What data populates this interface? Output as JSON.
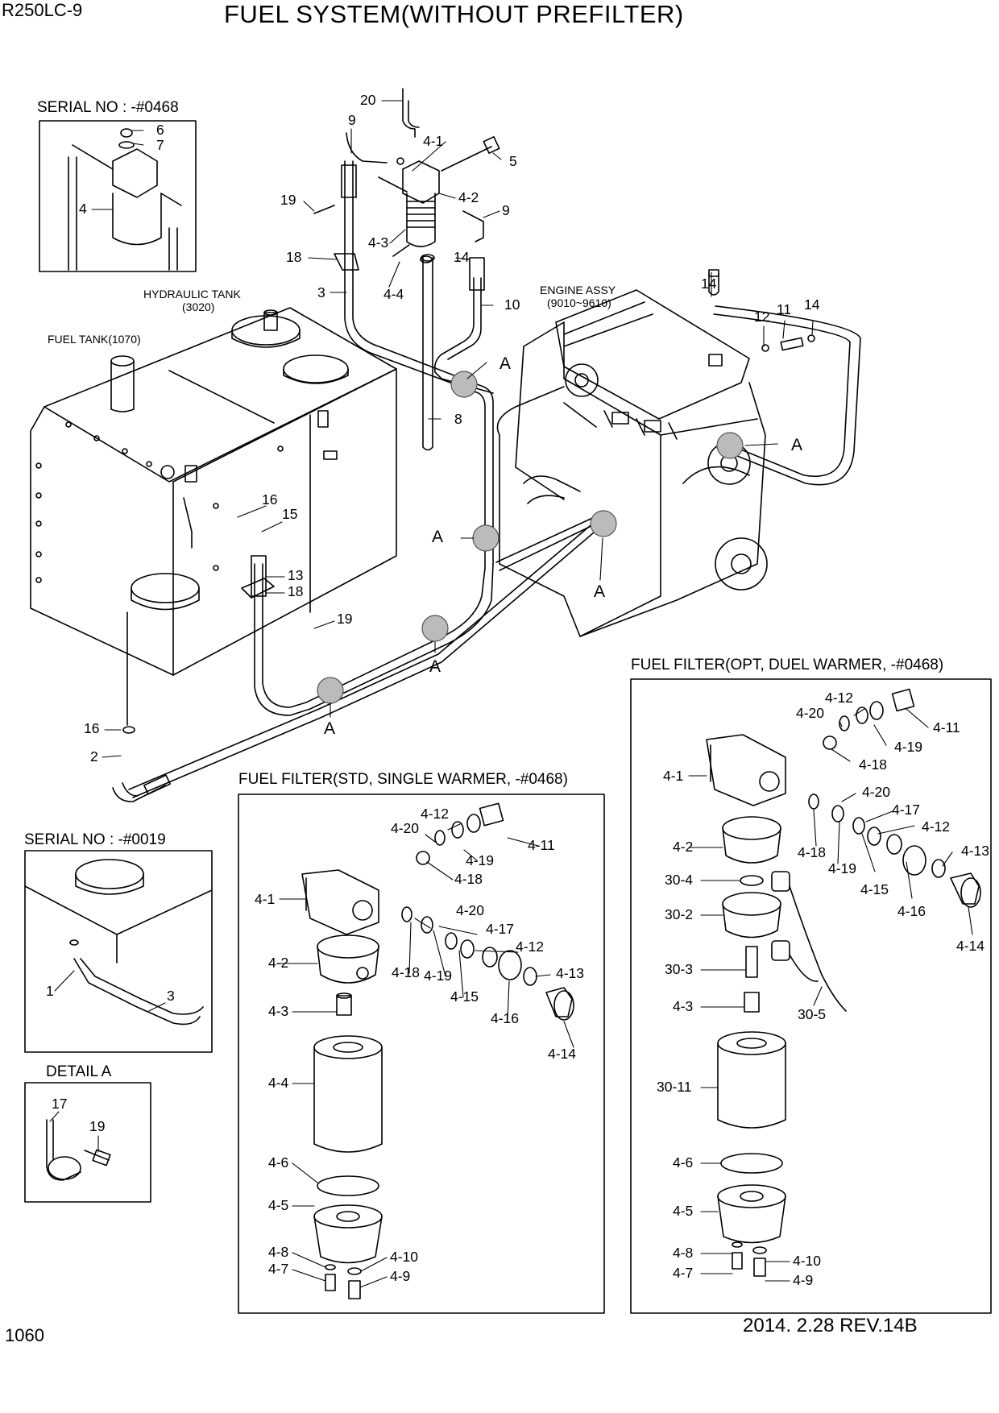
{
  "header": {
    "model": "R250LC-9",
    "title": "FUEL SYSTEM(WITHOUT PREFILTER)"
  },
  "footer": {
    "page_number": "1060",
    "revision": "2014. 2.28  REV.14B"
  },
  "sections": {
    "serial_top": "SERIAL NO : -#0468",
    "serial_bottom": "SERIAL NO : -#0019",
    "detail_a": "DETAIL  A",
    "filter_std": "FUEL FILTER(STD, SINGLE WARMER, -#0468)",
    "filter_opt": "FUEL FILTER(OPT, DUEL WARMER, -#0468)"
  },
  "components": {
    "hydraulic_tank": "HYDRAULIC TANK",
    "hydraulic_tank_no": "(3020)",
    "fuel_tank": "FUEL TANK(1070)",
    "engine_assy": "ENGINE ASSY",
    "engine_assy_no": "(9010~9610)"
  },
  "callouts": {
    "main": [
      "20",
      "9",
      "4-1",
      "5",
      "4-2",
      "9",
      "19",
      "4-3",
      "18",
      "14",
      "4-4",
      "3",
      "10",
      "8",
      "14",
      "12",
      "11",
      "14",
      "16",
      "15",
      "13",
      "18",
      "19",
      "16",
      "2"
    ],
    "detail_ref": [
      "A",
      "A",
      "A",
      "A",
      "A",
      "A"
    ],
    "serial_top": [
      "6",
      "7",
      "4"
    ],
    "serial_bottom": [
      "1",
      "3"
    ],
    "detail_a": [
      "17",
      "19"
    ],
    "filter_std": [
      "4-12",
      "4-20",
      "4-11",
      "4-19",
      "4-1",
      "4-18",
      "4-20",
      "4-17",
      "4-12",
      "4-2",
      "4-18",
      "4-19",
      "4-15",
      "4-13",
      "4-16",
      "4-3",
      "4-14",
      "4-4",
      "4-6",
      "4-5",
      "4-8",
      "4-10",
      "4-7",
      "4-9"
    ],
    "filter_opt": [
      "4-12",
      "4-20",
      "4-11",
      "4-19",
      "4-18",
      "4-1",
      "4-20",
      "4-17",
      "4-18",
      "4-12",
      "4-2",
      "4-19",
      "4-13",
      "30-4",
      "4-15",
      "4-16",
      "30-2",
      "4-14",
      "30-3",
      "4-3",
      "30-5",
      "30-11",
      "4-6",
      "4-5",
      "4-8",
      "4-10",
      "4-7",
      "4-9"
    ]
  }
}
